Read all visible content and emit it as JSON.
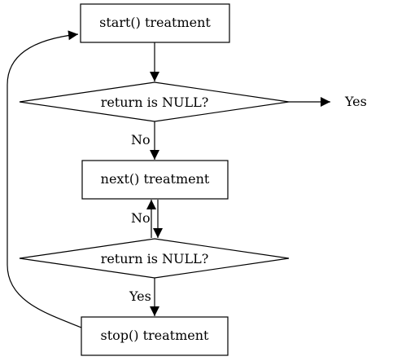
{
  "diagram": {
    "nodes": {
      "start": "start() treatment",
      "check_start": "return is NULL?",
      "next": "next() treatment",
      "check_next": "return is NULL?",
      "stop": "stop() treatment"
    },
    "edges": {
      "start_to_check": "",
      "check_start_yes": "Yes",
      "check_start_no": "No",
      "next_to_check": "",
      "check_next_no": "No",
      "check_next_yes": "Yes",
      "stop_to_start": ""
    }
  }
}
